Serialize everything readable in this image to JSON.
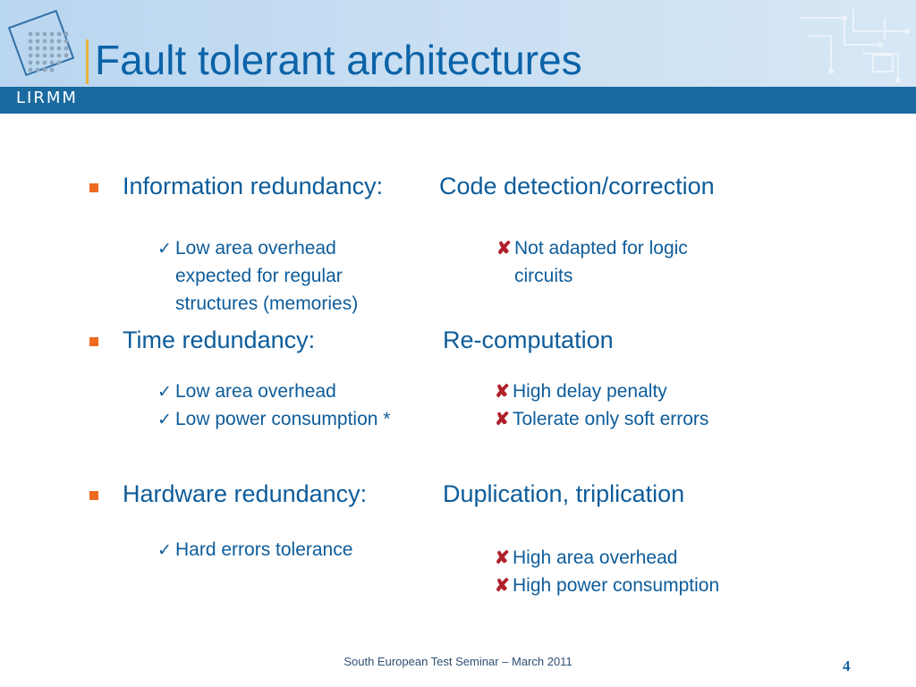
{
  "header": {
    "title": "Fault tolerant architectures",
    "logo_text": "LIRMM",
    "colors": {
      "band": "#1a6aa0",
      "title": "#0b63a8",
      "bullet": "#ee6a1e",
      "cross": "#b0202a"
    }
  },
  "sections": [
    {
      "heading": "Information redundancy:",
      "detail": "Code detection/correction",
      "pros": [
        "Low area overhead",
        "expected for regular",
        "structures (memories)"
      ],
      "cons": [
        "Not adapted for logic",
        "circuits"
      ]
    },
    {
      "heading": "Time redundancy:",
      "detail": "Re-computation",
      "pros": [
        "Low area overhead",
        "Low power consumption *"
      ],
      "cons": [
        "High delay penalty",
        "Tolerate only soft errors"
      ]
    },
    {
      "heading": "Hardware redundancy:",
      "detail": "Duplication, triplication",
      "pros": [
        "Hard errors tolerance"
      ],
      "cons": [
        "High area overhead",
        "High power consumption"
      ]
    }
  ],
  "icons": {
    "pro": "checkmark-icon",
    "con": "cross-icon",
    "bullet": "square-bullet-icon"
  },
  "footer": {
    "text": "South European Test Seminar – March 2011",
    "page_number": "4"
  }
}
